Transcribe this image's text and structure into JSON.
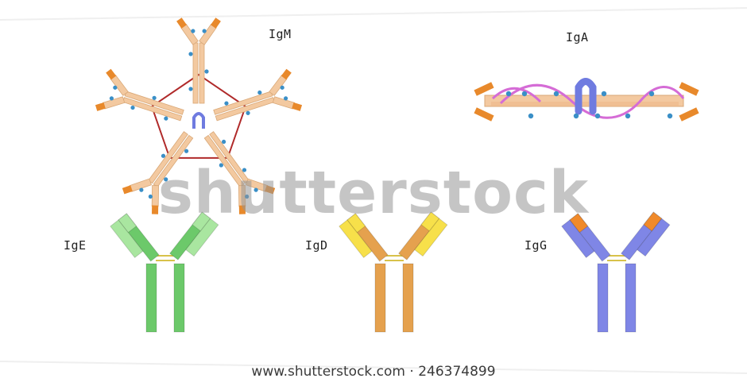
{
  "labels": {
    "igm": "IgM",
    "iga": "IgA",
    "ige": "IgE",
    "igd": "IgD",
    "igg": "IgG"
  },
  "watermark": "shutterstock",
  "footer": {
    "site": "www.shutterstock.com",
    "separator": "·",
    "image_id": "246374899"
  },
  "colors": {
    "igm_chain": "#f3c9a0",
    "igm_tip": "#e8892b",
    "igm_link": "#b02a2a",
    "j_chain": "#6f7be0",
    "sites": "#3a8fc7",
    "iga_link": "#d56cd6",
    "ige_light": "#a9e6a0",
    "ige_heavy": "#6cc96a",
    "igd_light": "#f7e04a",
    "igd_heavy": "#e5a14e",
    "igg_light": "#f08a2a",
    "igg_heavy": "#7f86e6"
  }
}
